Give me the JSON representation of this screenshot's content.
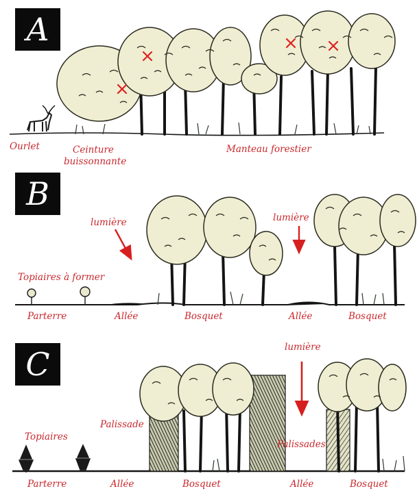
{
  "colors": {
    "label": "#c8282d",
    "arrow": "#d62020",
    "canopy": "#efeed2",
    "ink": "#141414",
    "badge_bg": "#0b0b0b"
  },
  "panels": [
    {
      "letter": "A",
      "labels": [
        "Ourlet",
        "Ceinture",
        "buissonnante",
        "Manteau forestier"
      ],
      "marks": [
        "cross-mark",
        "cross-mark",
        "cross-mark",
        "cross-mark"
      ]
    },
    {
      "letter": "B",
      "labels": [
        "lumière",
        "lumière",
        "Topiaires à former",
        "Parterre",
        "Allée",
        "Bosquet",
        "Allée",
        "Bosquet"
      ]
    },
    {
      "letter": "C",
      "labels": [
        "lumière",
        "Palissade",
        "Topiaires",
        "Palissades",
        "Parterre",
        "Allée",
        "Bosquet",
        "Allée",
        "Bosquet"
      ]
    }
  ]
}
